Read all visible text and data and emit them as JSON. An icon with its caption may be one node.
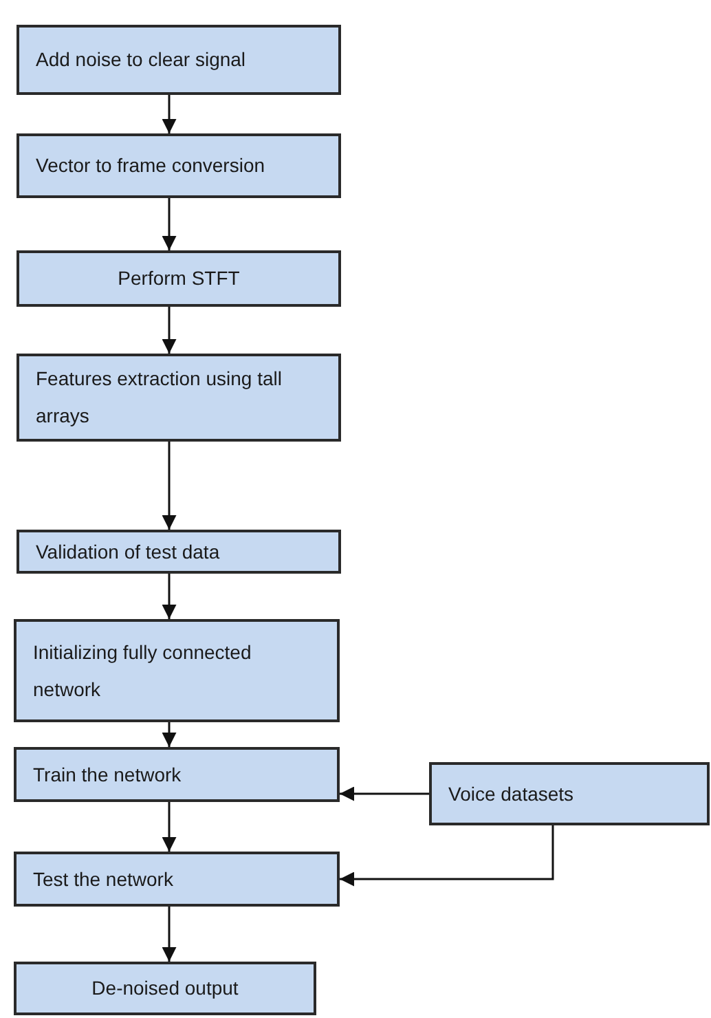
{
  "diagram": {
    "nodes": [
      {
        "text": [
          "Add noise to clear signal"
        ]
      },
      {
        "text": [
          "Vector to frame conversion"
        ]
      },
      {
        "text": [
          "Perform STFT"
        ]
      },
      {
        "text": [
          "Features extraction using tall arrays"
        ]
      },
      {
        "text": [
          "Validation of test data"
        ]
      },
      {
        "text": [
          "Initializing fully connected network"
        ]
      },
      {
        "text": [
          "Train the network"
        ]
      },
      {
        "text": [
          "Test the network"
        ]
      },
      {
        "text": [
          "De-noised output"
        ]
      },
      {
        "text": [
          "Voice datasets"
        ]
      }
    ],
    "edges": [
      {
        "from": 0,
        "to": 1,
        "arrow": "to"
      },
      {
        "from": 1,
        "to": 2,
        "arrow": "to"
      },
      {
        "from": 2,
        "to": 3,
        "arrow": "to"
      },
      {
        "from": 3,
        "to": 4,
        "arrow": "to"
      },
      {
        "from": 4,
        "to": 5,
        "arrow": "to"
      },
      {
        "from": 5,
        "to": 6,
        "arrow": "to"
      },
      {
        "from": 6,
        "to": 7,
        "arrow": "to"
      },
      {
        "from": 7,
        "to": 8,
        "arrow": "to"
      },
      {
        "from": 9,
        "to": 6,
        "arrow": "to"
      },
      {
        "from": 9,
        "to": 7,
        "arrow": "to"
      }
    ]
  }
}
